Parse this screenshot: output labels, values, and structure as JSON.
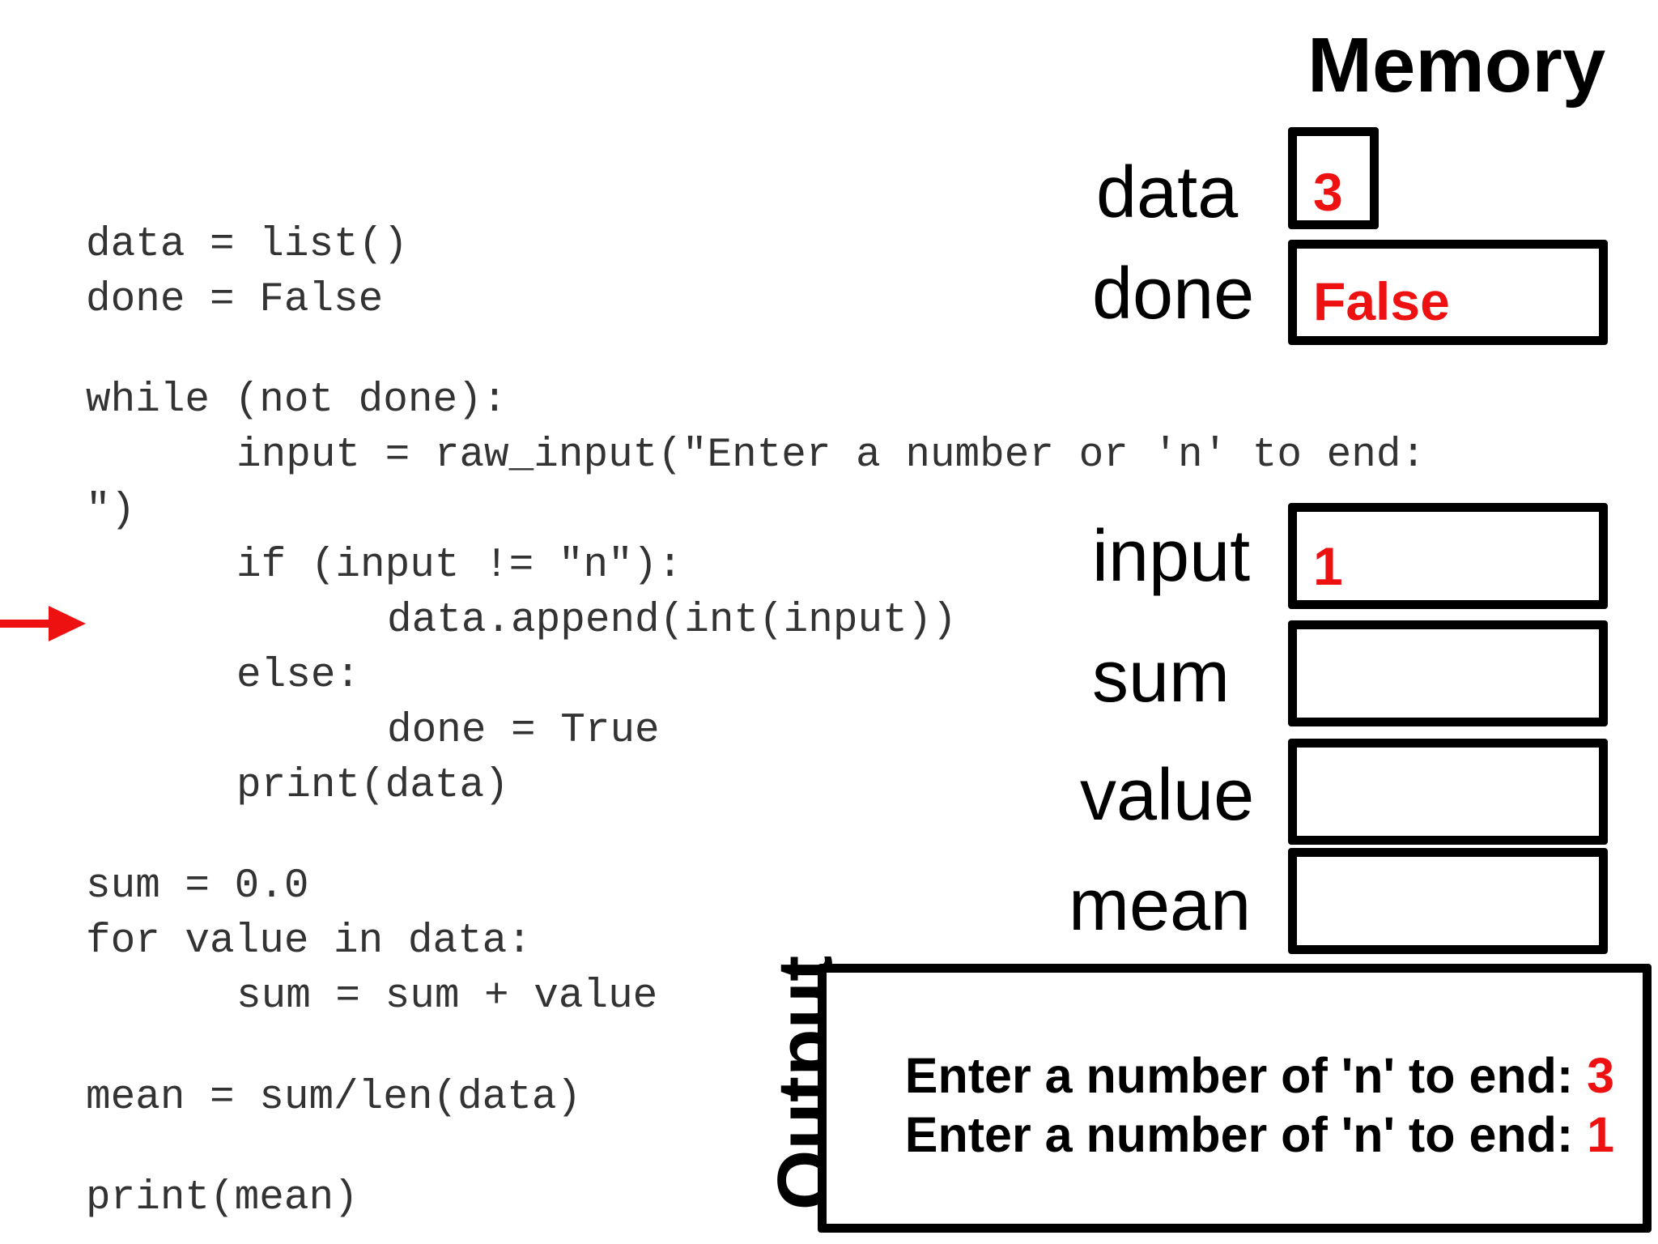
{
  "code": {
    "lines": [
      "data = list()",
      "done = False",
      "while (not done):",
      "input = raw_input(\"Enter a number or 'n' to end:",
      "\")",
      "if (input != \"n\"):",
      "data.append(int(input))",
      "else:",
      "done = True",
      "print(data)",
      "sum = 0.0",
      "for value in data:",
      "sum = sum + value",
      "mean = sum/len(data)",
      "print(mean)"
    ],
    "current_line_marker": "red-arrow",
    "current_line": "data.append(int(input))"
  },
  "memory": {
    "title": "Memory",
    "variables": [
      {
        "name": "data",
        "value": "3"
      },
      {
        "name": "done",
        "value": "False"
      },
      {
        "name": "input",
        "value": "1"
      },
      {
        "name": "sum",
        "value": ""
      },
      {
        "name": "value",
        "value": ""
      },
      {
        "name": "mean",
        "value": ""
      }
    ]
  },
  "output": {
    "title": "Output",
    "lines": [
      {
        "prompt": "Enter a number of 'n' to end: ",
        "input": "3"
      },
      {
        "prompt": "Enter a number of 'n' to end: ",
        "input": "1"
      }
    ]
  },
  "colors": {
    "value_text": "#ee1111",
    "arrow": "#ee1111",
    "box_border": "#000000",
    "code_text": "#333333"
  }
}
